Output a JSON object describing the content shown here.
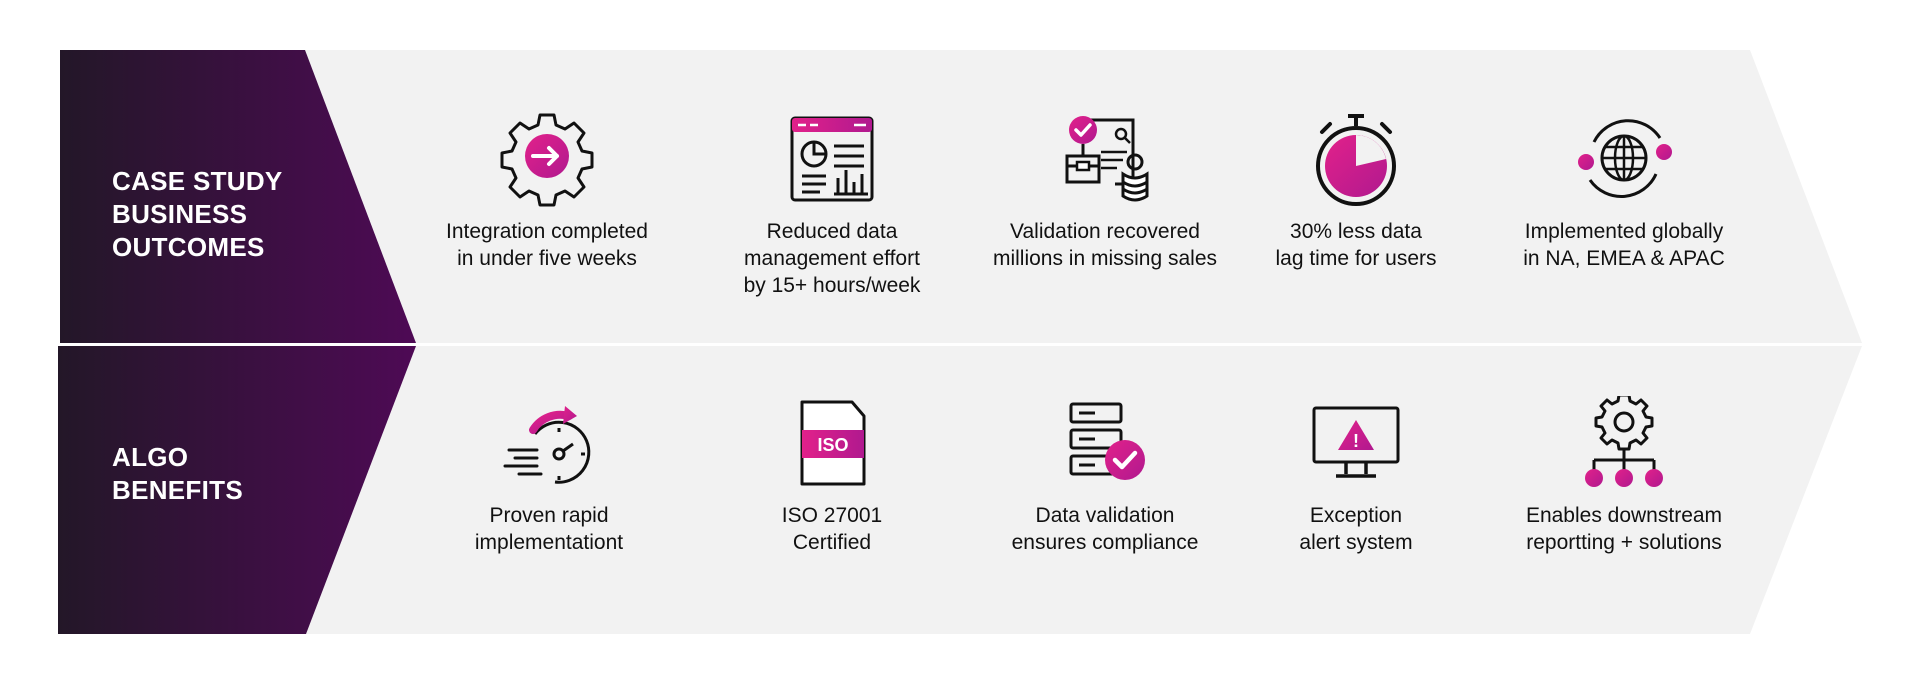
{
  "colors": {
    "panel_dark": "#231728",
    "panel_purple": "#4e0a55",
    "chevron_fill": "#f2f2f2",
    "accent_magenta": "#e2218a",
    "accent_violet": "#b0198f",
    "icon_stroke": "#111111"
  },
  "rows": [
    {
      "label_lines": [
        "CASE STUDY",
        "BUSINESS",
        "OUTCOMES"
      ],
      "items": [
        {
          "icon": "gear-arrow-icon",
          "caption_lines": [
            "Integration completed",
            "in under five weeks"
          ]
        },
        {
          "icon": "dashboard-window-icon",
          "caption_lines": [
            "Reduced data",
            "management effort",
            "by 15+ hours/week"
          ]
        },
        {
          "icon": "document-validation-icon",
          "caption_lines": [
            "Validation recovered",
            "millions in missing sales"
          ]
        },
        {
          "icon": "stopwatch-icon",
          "caption_lines": [
            "30% less data",
            "lag time for users"
          ]
        },
        {
          "icon": "globe-orbit-icon",
          "caption_lines": [
            "Implemented globally",
            "in NA, EMEA & APAC"
          ]
        }
      ]
    },
    {
      "label_lines": [
        "ALGO",
        "BENEFITS"
      ],
      "items": [
        {
          "icon": "speed-clock-icon",
          "caption_lines": [
            "Proven rapid",
            "implementationt"
          ]
        },
        {
          "icon": "iso-document-icon",
          "badge_text": "ISO",
          "caption_lines": [
            "ISO 27001",
            "Certified"
          ]
        },
        {
          "icon": "server-check-icon",
          "caption_lines": [
            "Data validation",
            "ensures compliance"
          ]
        },
        {
          "icon": "monitor-alert-icon",
          "alert_text": "!",
          "caption_lines": [
            "Exception",
            "alert system"
          ]
        },
        {
          "icon": "gear-network-icon",
          "caption_lines": [
            "Enables downstream",
            "reportting + solutions"
          ]
        }
      ]
    }
  ]
}
